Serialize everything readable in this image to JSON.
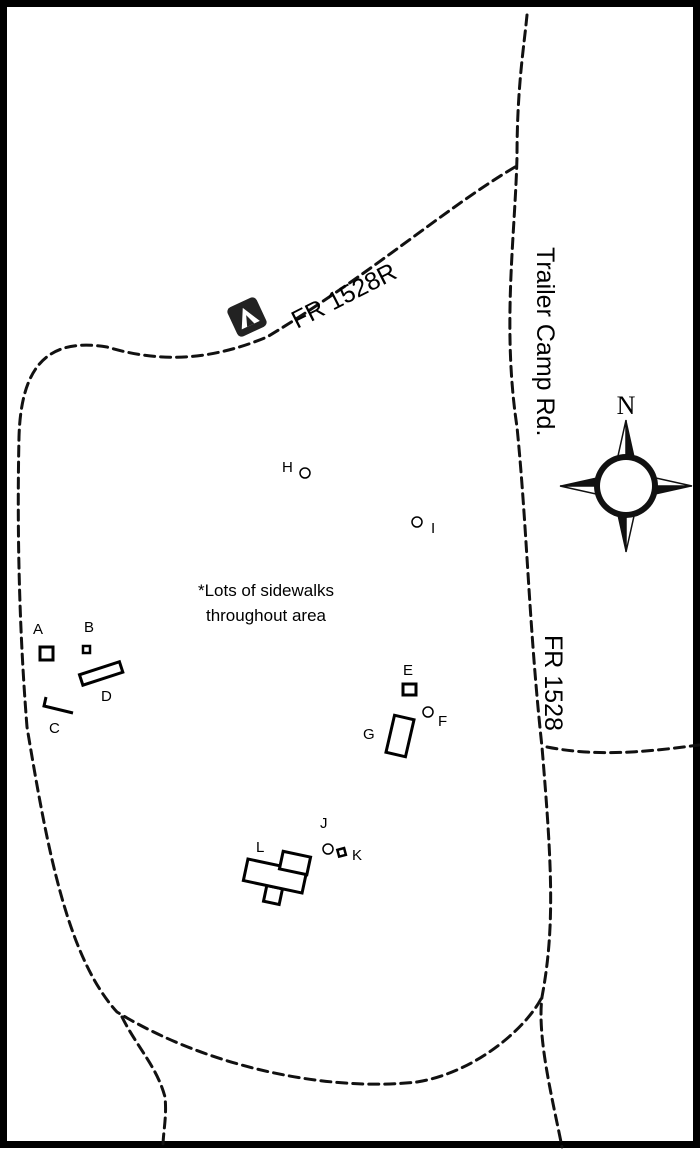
{
  "roads": {
    "fr1528r": "FR 1528R",
    "trailer_camp": "Trailer Camp Rd.",
    "fr1528": "FR 1528"
  },
  "note": {
    "line1": "*Lots of sidewalks",
    "line2": "throughout area"
  },
  "compass": {
    "north": "N"
  },
  "icons": {
    "campground": "campground-tent-icon",
    "compass": "compass-rose-icon"
  },
  "features": {
    "a": "A",
    "b": "B",
    "c": "C",
    "d": "D",
    "e": "E",
    "f": "F",
    "g": "G",
    "h": "H",
    "i": "I",
    "j": "J",
    "k": "K",
    "l": "L"
  }
}
